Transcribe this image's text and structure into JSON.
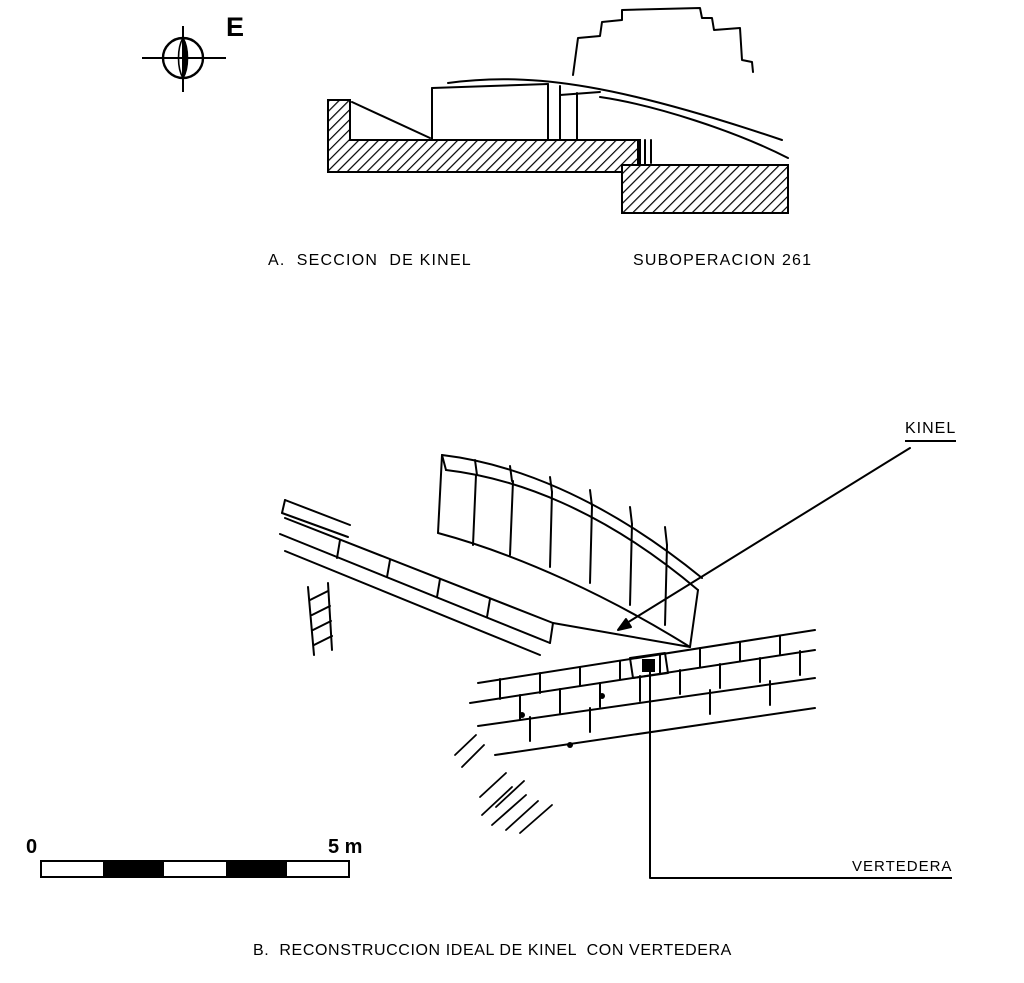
{
  "page": {
    "background": "#ffffff",
    "ink": "#000000"
  },
  "compass": {
    "direction_label": "E"
  },
  "figure_a": {
    "caption": "A.  SECCION  DE KINEL",
    "suboperation": "SUBOPERACION 261"
  },
  "figure_b": {
    "caption": "B.  RECONSTRUCCION IDEAL DE KINEL  CON VERTEDERA",
    "label_kinel": "KINEL",
    "label_vertedera": "VERTEDERA"
  },
  "scale_bar": {
    "start_label": "0",
    "end_label": "5 m",
    "segment_colors": [
      "#ffffff",
      "#000000",
      "#ffffff",
      "#000000",
      "#ffffff"
    ]
  }
}
